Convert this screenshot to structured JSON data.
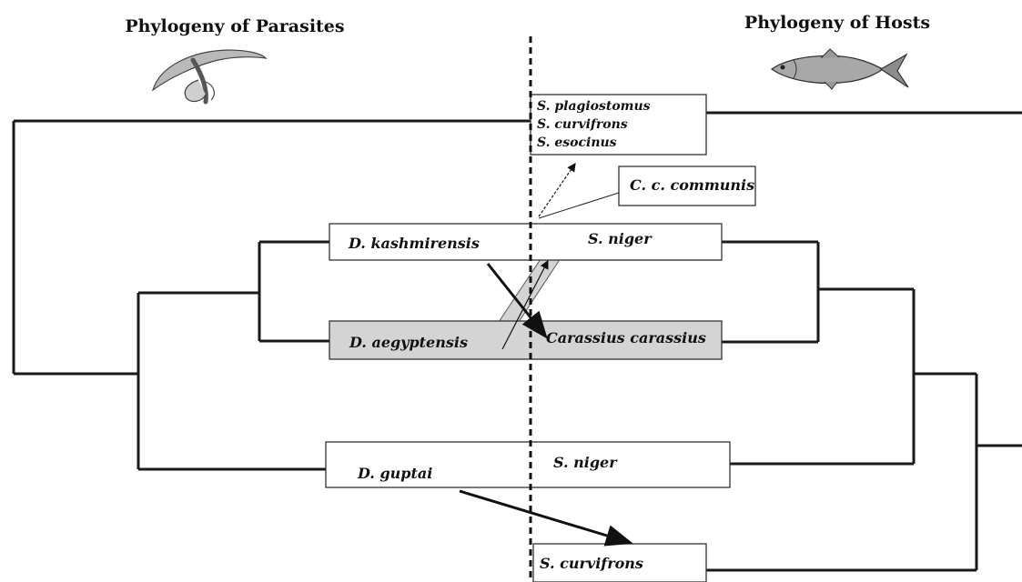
{
  "titles": {
    "parasites": "Phylogeny of Parasites",
    "hosts": "Phylogeny of Hosts"
  },
  "icons": {
    "parasite": "monogenean-parasite-icon",
    "host": "fish-host-icon"
  },
  "labels": {
    "top_host_1": "S. plagiostomus",
    "top_host_2": "S. curvifrons",
    "top_host_3": "S. esocinus",
    "cc_communis": "C. c. communis",
    "d_kashmirensis": "D. kashmirensis",
    "s_niger_1": "S. niger",
    "d_aegyptensis": "D. aegyptensis",
    "carassius": "Carassius carassius",
    "d_guptai": "D. guptai",
    "s_niger_2": "S. niger",
    "s_curvifrons_bottom": "S. curvifrons"
  },
  "colors": {
    "line": "#1a1a1a",
    "highlight": "#d4d4d4"
  }
}
